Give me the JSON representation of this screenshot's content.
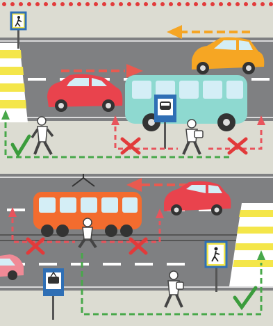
{
  "colors": {
    "road": "#7f8082",
    "pavement": "#dcdcd2",
    "lane_dash": "#ffffff",
    "zebra_white": "#ffffff",
    "zebra_yellow": "#f4e64a",
    "top_dots": "#e23b3b",
    "arrow_red": "#e85a50",
    "arrow_orange": "#f5a524",
    "path_green": "#48a84a",
    "path_red": "#e8545c",
    "cross_red": "#e23a3a",
    "check_green": "#3b9c3c",
    "car_orange": "#f6a623",
    "car_red": "#e9434d",
    "car_pink": "#f08a96",
    "bus": "#8ed9d0",
    "tram": "#f36c2e",
    "sign_blue": "#2f6fb5"
  },
  "top_scene": {
    "cars": [
      "orange-car",
      "red-car"
    ],
    "vehicles": [
      "bus"
    ],
    "signs": [
      "pedestrian-crossing-sign",
      "bus-stop-sign"
    ],
    "pedestrians": [
      "pedestrian-left",
      "pedestrian-right"
    ],
    "marks": [
      "check-mark",
      "cross-mark",
      "cross-mark"
    ]
  },
  "bottom_scene": {
    "cars": [
      "red-car",
      "pink-car"
    ],
    "vehicles": [
      "tram"
    ],
    "signs": [
      "pedestrian-crossing-sign",
      "tram-stop-sign"
    ],
    "pedestrians": [
      "pedestrian-on-tracks",
      "pedestrian-bottom"
    ],
    "marks": [
      "cross-mark",
      "cross-mark",
      "check-mark"
    ]
  }
}
